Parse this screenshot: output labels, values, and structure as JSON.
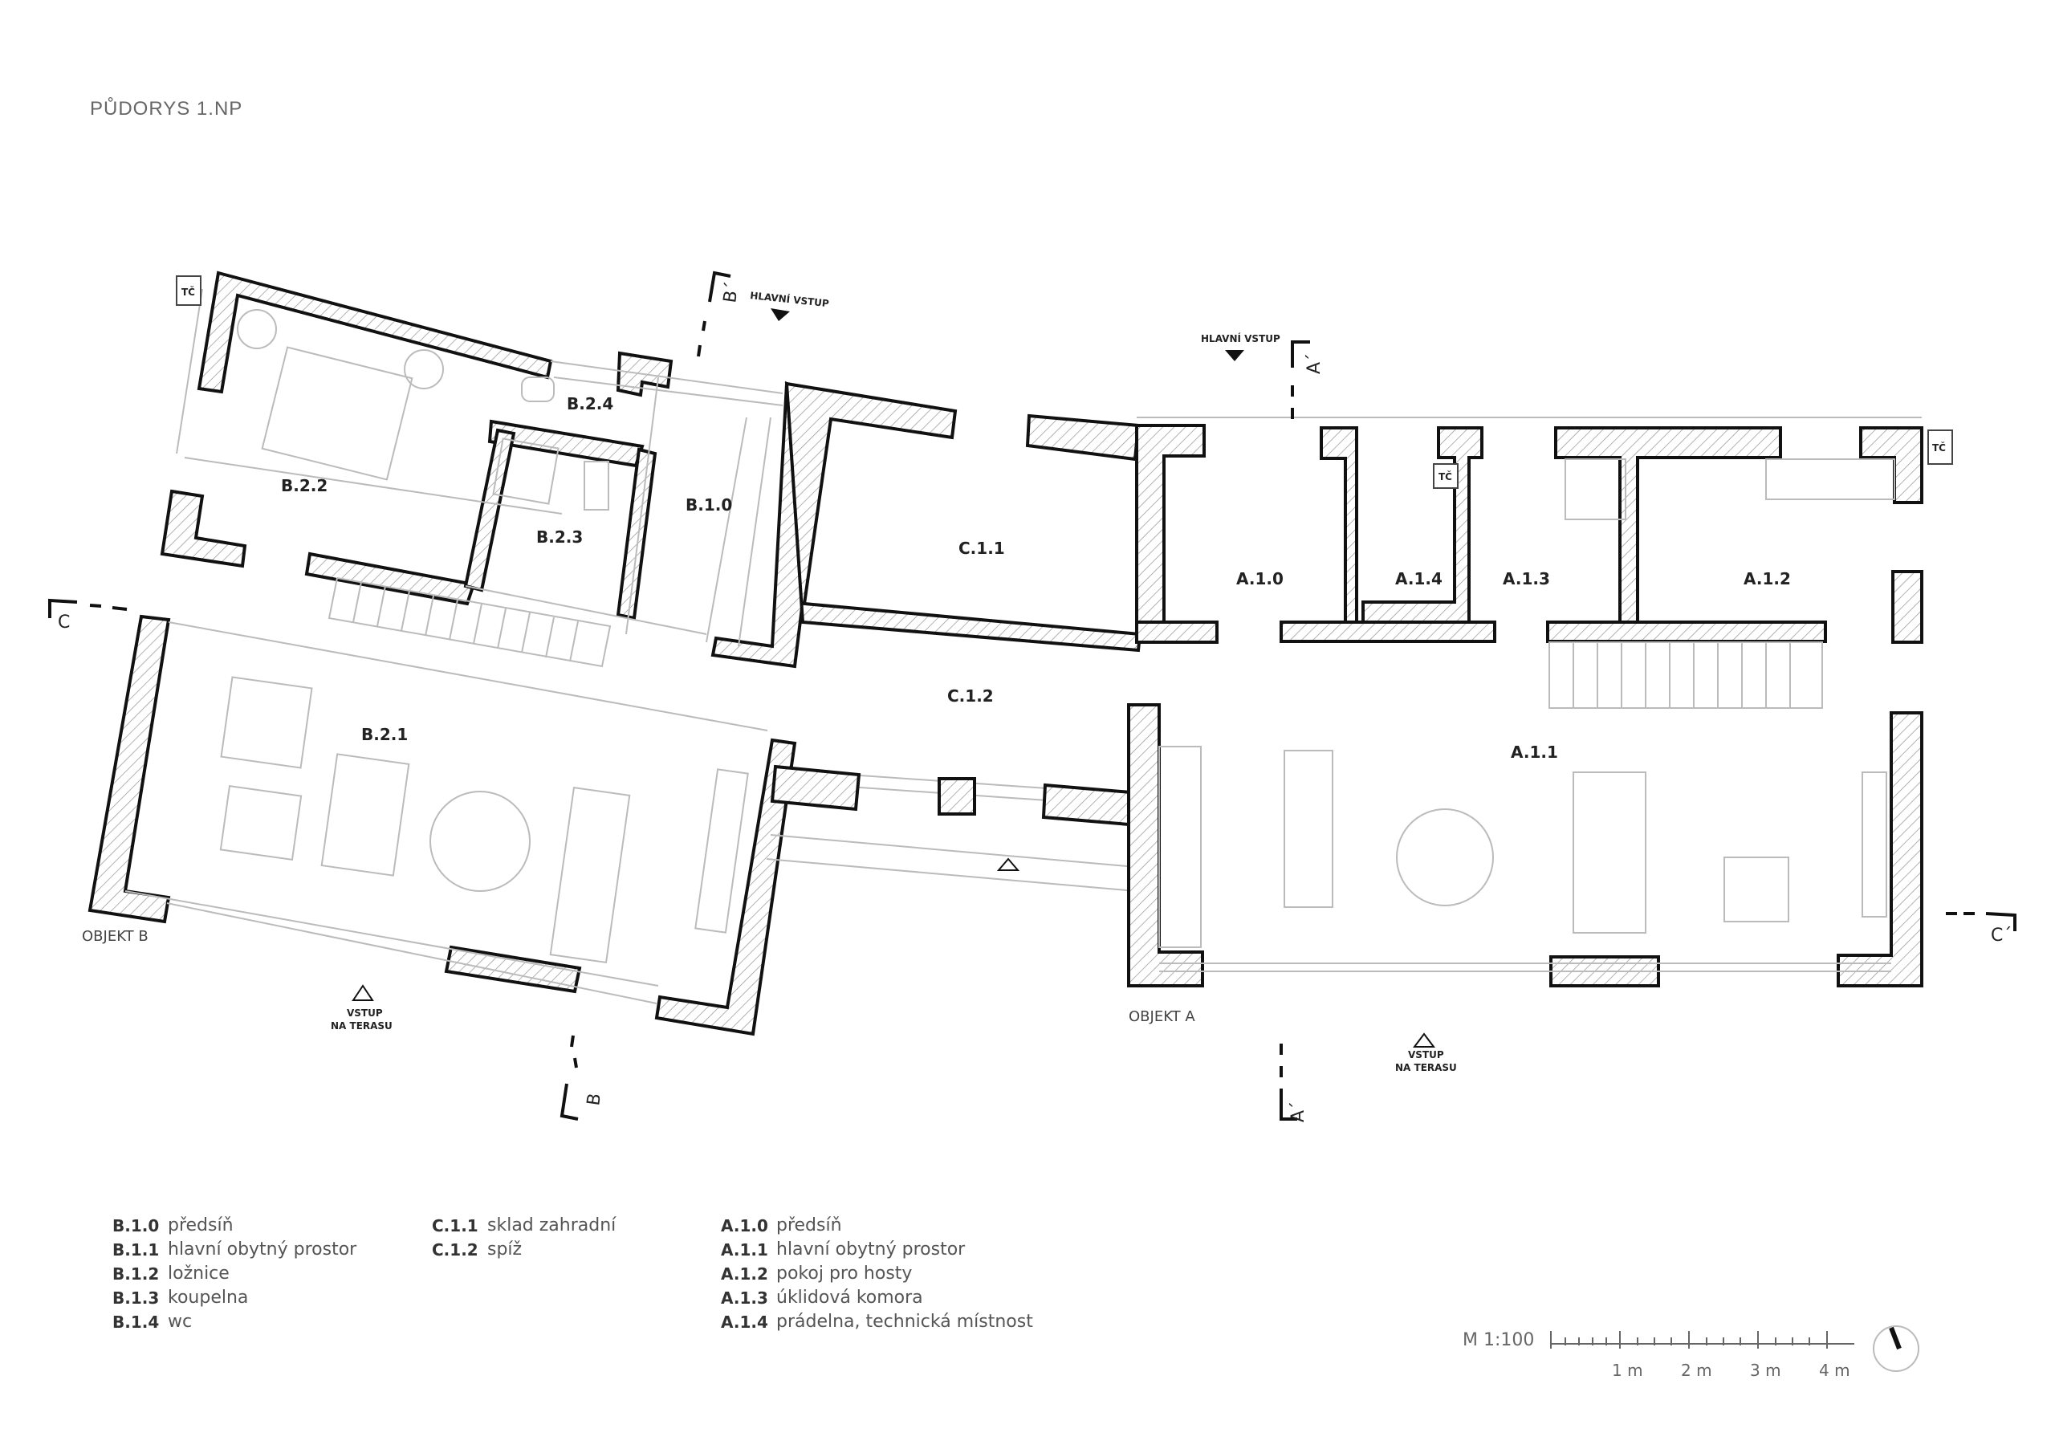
{
  "title": "PŮDORYS 1.NP",
  "objects": {
    "b": "OBJEKT B",
    "a": "OBJEKT A"
  },
  "rooms": [
    {
      "id": "B.2.2"
    },
    {
      "id": "B.2.4"
    },
    {
      "id": "B.2.3"
    },
    {
      "id": "B.1.0"
    },
    {
      "id": "C.1.1"
    },
    {
      "id": "B.2.1"
    },
    {
      "id": "C.1.2"
    },
    {
      "id": "A.1.0"
    },
    {
      "id": "A.1.4"
    },
    {
      "id": "A.1.3"
    },
    {
      "id": "A.1.2"
    },
    {
      "id": "A.1.1"
    }
  ],
  "markers": {
    "main_entry": "HLAVNÍ VSTUP",
    "terrace_entry_line1": "VSTUP",
    "terrace_entry_line2": "NA TERASU",
    "heat_pump": "TČ"
  },
  "sections": {
    "b_top": "B´",
    "b_bottom": "B",
    "a_top": "A´",
    "a_bottom": "A´",
    "c_left": "C",
    "c_right": "C´"
  },
  "legend": {
    "col1": [
      {
        "code": "B.1.0",
        "label": "předsíň"
      },
      {
        "code": "B.1.1",
        "label": "hlavní obytný prostor"
      },
      {
        "code": "B.1.2",
        "label": "ložnice"
      },
      {
        "code": "B.1.3",
        "label": "koupelna"
      },
      {
        "code": "B.1.4",
        "label": "wc"
      }
    ],
    "col2": [
      {
        "code": "C.1.1",
        "label": "sklad zahradní"
      },
      {
        "code": "C.1.2",
        "label": "spíž"
      }
    ],
    "col3": [
      {
        "code": "A.1.0",
        "label": "předsíň"
      },
      {
        "code": "A.1.1",
        "label": "hlavní obytný prostor"
      },
      {
        "code": "A.1.2",
        "label": "pokoj pro hosty"
      },
      {
        "code": "A.1.3",
        "label": "úklidová komora"
      },
      {
        "code": "A.1.4",
        "label": "prádelna, technická místnost"
      }
    ]
  },
  "scale": {
    "label": "M 1:100",
    "ticks": [
      "1 m",
      "2 m",
      "3 m",
      "4 m"
    ]
  }
}
